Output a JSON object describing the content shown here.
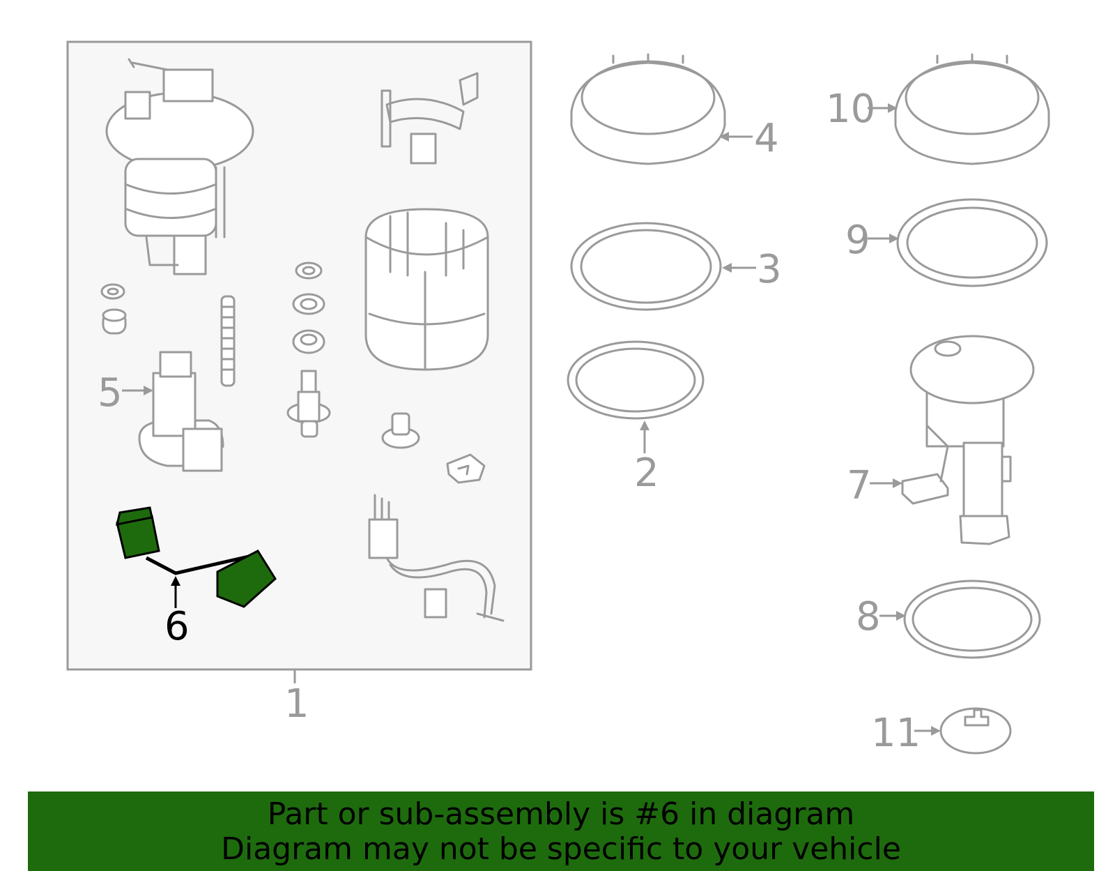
{
  "diagram": {
    "colors": {
      "line": "#9a9a9a",
      "highlight": "#1e6b0e",
      "assembly_bg": "#f7f7f7"
    },
    "callouts": {
      "c1": "1",
      "c2": "2",
      "c3": "3",
      "c4": "4",
      "c5": "5",
      "c6": "6",
      "c7": "7",
      "c8": "8",
      "c9": "9",
      "c10": "10",
      "c11": "11"
    },
    "highlighted_part": "6"
  },
  "banner": {
    "line1": "Part or sub-assembly is #6 in diagram",
    "line2": "Diagram may not be specific to your vehicle"
  }
}
